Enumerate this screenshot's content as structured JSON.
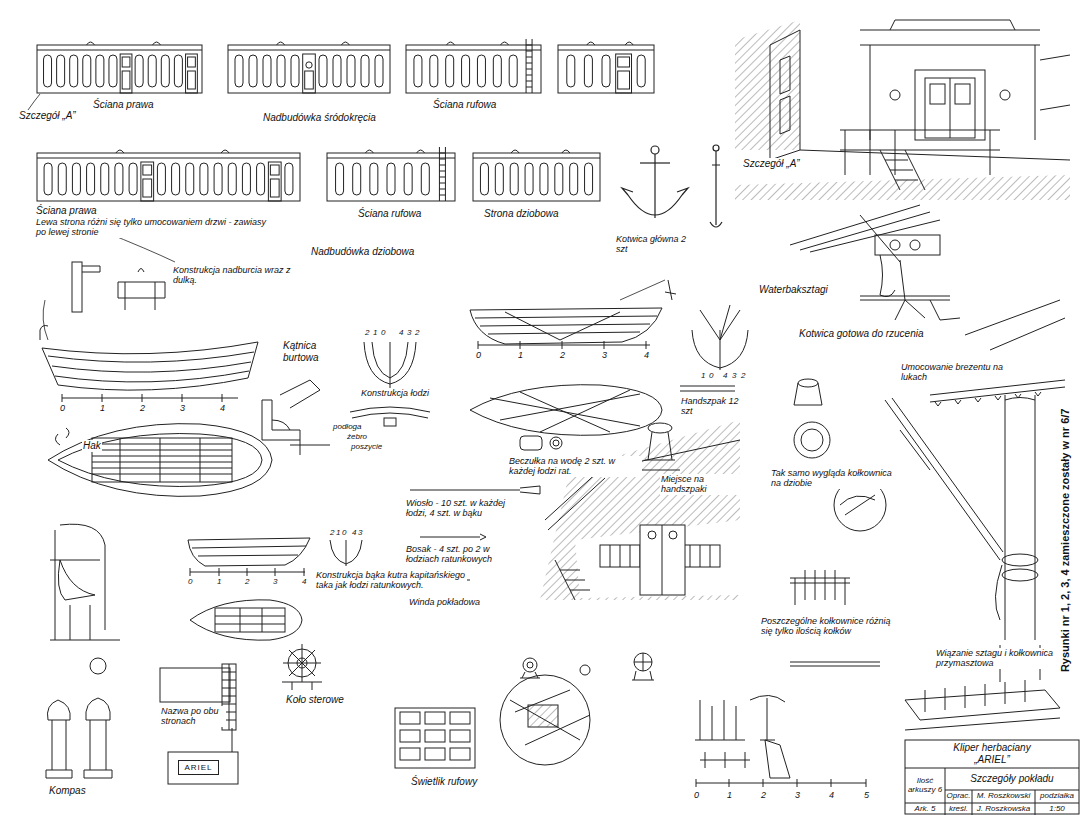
{
  "diagram": {
    "nodes": [
      {
        "text": [
          "ARIEL"
        ]
      }
    ],
    "labels": [
      "Szczegół „A”",
      "Ściana prawa",
      "Nadbudówka śródokręcia",
      "Ściana rufowa",
      "Szczegół „A”",
      "Ściana prawa",
      "Lewa strona różni się tylko umocowaniem drzwi - zawiasy po lewej stronie",
      "Ściana rufowa",
      "Strona dziobowa",
      "Nadbudówka dziobowa",
      "Kotwica główna 2 szt",
      "Waterbaksztagi",
      "Kotwica gotowa do rzucenia",
      "Umocowanie brezentu na lukach",
      "Konstrukcja nadburcia wraz z dulką.",
      "Kątnica burtowa",
      "0",
      "1",
      "2",
      "3",
      "4",
      "Hak",
      "2",
      "1",
      "0",
      "4",
      "3",
      "2",
      "Konstrukcja łodzi",
      "podłoga",
      "żebro",
      "poszycie",
      "0",
      "1",
      "2",
      "3",
      "4",
      "1",
      "0",
      "4",
      "3",
      "2",
      "Handszpak 12 szt",
      "Beczułka na wodę 2 szt. w każdej łodzi rat.",
      "Miejsce na handszpaki",
      "Wiosło - 10 szt. w każdej łodzi, 4 szt. w bąku",
      "Bosak - 4 szt. po 2 w łodziach ratunkowych",
      "Winda pokładowa",
      "Tak samo wygląda kołkownica na dziobie",
      "Wiązanie sztagu i kołkownica przymasztowa",
      "Poszczególne kołkownice różnią się tylko ilością kołków",
      "2",
      "1",
      "0",
      "4",
      "3",
      "0",
      "1",
      "2",
      "3",
      "4",
      "Konstrukcja bąka kutra kapitańskiego taka jak łodzi ratunkowych.",
      "Nazwa po obu stronach",
      "Koło sterowe",
      "Kompas",
      "Świetlik rufowy",
      "0",
      "1",
      "2",
      "3",
      "4",
      "5",
      "Kliper herbaciany",
      "„ARIEL”",
      "Ilość arkuszy 6",
      "Szczegóły pokładu",
      "Oprac.",
      "M. Roszkowski",
      "podziałka",
      "Ark. 5",
      "kreśl.",
      "J. Roszkowska",
      "1:50",
      "Rysunki nr 1, 2, 3, 4 zamieszczone zostały w nr 6/7"
    ]
  }
}
